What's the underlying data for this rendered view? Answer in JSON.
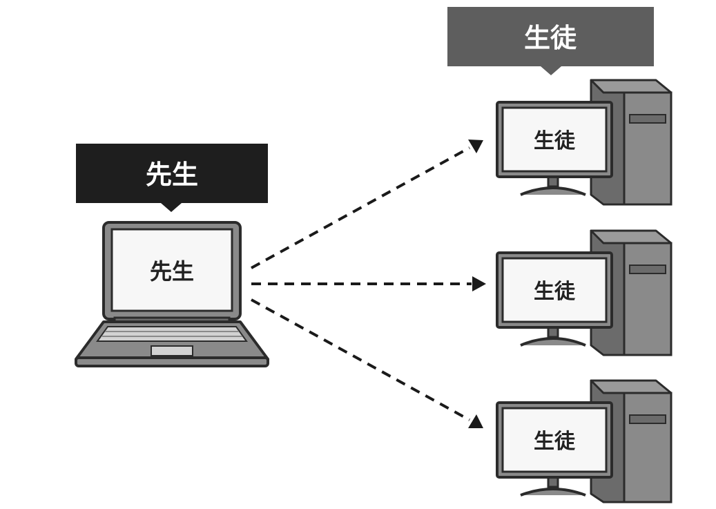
{
  "teacher": {
    "label": "先生",
    "screen_text": "先生",
    "label_bg": "#1e1e1e"
  },
  "student_group": {
    "label": "生徒",
    "label_bg": "#5e5e5e"
  },
  "students": [
    {
      "screen_text": "生徒"
    },
    {
      "screen_text": "生徒"
    },
    {
      "screen_text": "生徒"
    }
  ],
  "colors": {
    "outline": "#2b2b2b",
    "device_body": "#8a8a8a",
    "device_dark": "#6b6b6b",
    "screen": "#f7f7f7",
    "label_text": "#ffffff",
    "arrow": "#1a1a1a"
  }
}
